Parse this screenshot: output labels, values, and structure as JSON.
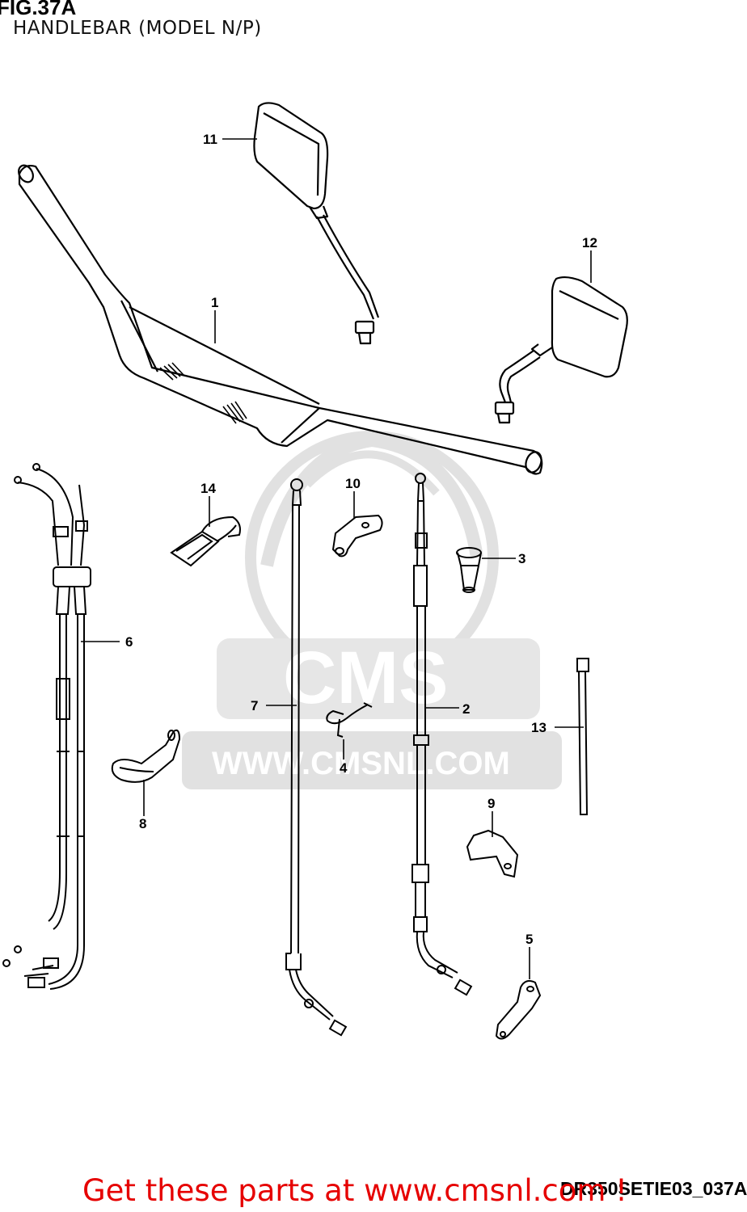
{
  "header": {
    "figure": "FIG.37A",
    "subtitle": "HANDLEBAR (MODEL N/P)"
  },
  "watermark": {
    "logo_text": "CMS",
    "url": "WWW.CMSNL.COM",
    "color": "#d9d9d9"
  },
  "parts": [
    {
      "label": "1"
    },
    {
      "label": "2"
    },
    {
      "label": "3"
    },
    {
      "label": "4"
    },
    {
      "label": "5"
    },
    {
      "label": "6"
    },
    {
      "label": "7"
    },
    {
      "label": "8"
    },
    {
      "label": "9"
    },
    {
      "label": "10"
    },
    {
      "label": "11"
    },
    {
      "label": "12"
    },
    {
      "label": "13"
    },
    {
      "label": "14"
    }
  ],
  "diagram_code": "DR350SETIE03_037A",
  "footer": {
    "text": "Get these parts at www.cmsnl.com !",
    "color": "#e60000"
  }
}
